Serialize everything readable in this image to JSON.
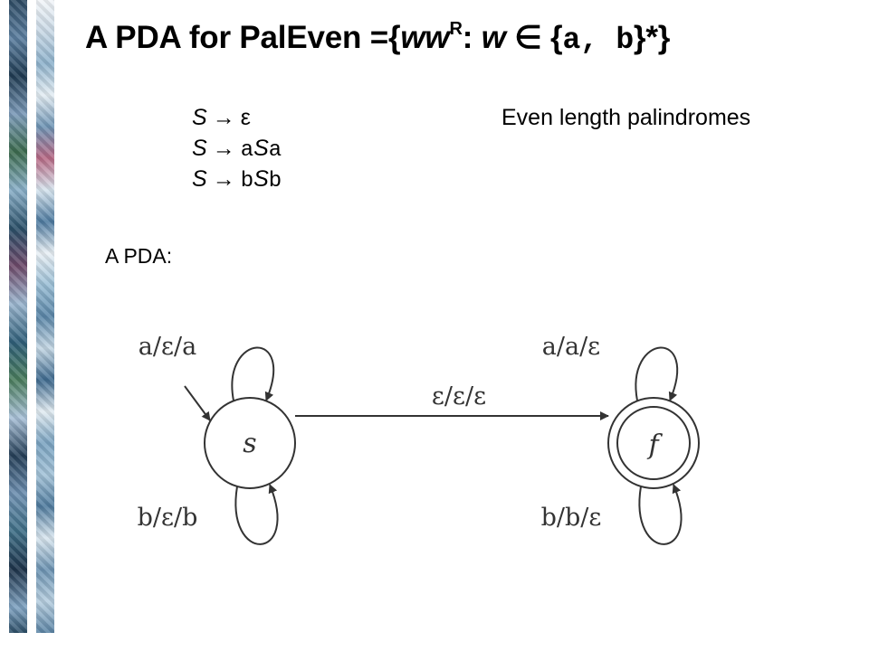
{
  "slide": {
    "title": {
      "prefix": "A PDA for PalEven ={",
      "w1": "ww",
      "sup": "R",
      "colon": ": ",
      "w2": "w",
      "member": " ∈ {",
      "a": "a",
      "comma": ", ",
      "b": "b",
      "suffix": "}*}"
    },
    "grammar": [
      {
        "lhs": "S",
        "arrow": "→",
        "rhs": [
          {
            "t": "ε",
            "kind": "text"
          }
        ]
      },
      {
        "lhs": "S",
        "arrow": "→",
        "rhs": [
          {
            "t": "a",
            "kind": "term"
          },
          {
            "t": "S",
            "kind": "sym"
          },
          {
            "t": "a",
            "kind": "term"
          }
        ]
      },
      {
        "lhs": "S",
        "arrow": "→",
        "rhs": [
          {
            "t": "b",
            "kind": "term"
          },
          {
            "t": "S",
            "kind": "sym"
          },
          {
            "t": "b",
            "kind": "term"
          }
        ]
      }
    ],
    "note": "Even length palindromes",
    "pda_label": "A PDA:"
  },
  "diagram": {
    "states": [
      {
        "id": "s",
        "label": "s",
        "start": true,
        "accepting": false
      },
      {
        "id": "f",
        "label": "f",
        "start": false,
        "accepting": true
      }
    ],
    "transitions": [
      {
        "from": "s",
        "to": "s",
        "position": "top",
        "label": "a/ε/a"
      },
      {
        "from": "s",
        "to": "s",
        "position": "bottom",
        "label": "b/ε/b"
      },
      {
        "from": "s",
        "to": "f",
        "position": "middle",
        "label": "ε/ε/ε"
      },
      {
        "from": "f",
        "to": "f",
        "position": "top",
        "label": "a/a/ε"
      },
      {
        "from": "f",
        "to": "f",
        "position": "bottom",
        "label": "b/b/ε"
      }
    ]
  }
}
